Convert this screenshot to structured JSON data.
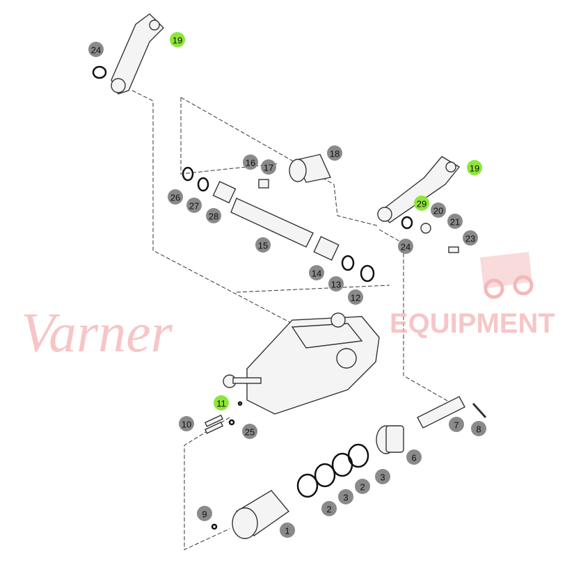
{
  "watermark": {
    "script_word": "Varner",
    "block_word": "EQUIPMENT"
  },
  "colors": {
    "callout_default": "#8a8a8a",
    "callout_highlight": "#8ee63a",
    "watermark": "#f4b8b8"
  },
  "callouts": [
    {
      "label": "19",
      "highlight": true
    },
    {
      "label": "24",
      "highlight": false
    },
    {
      "label": "18",
      "highlight": false
    },
    {
      "label": "16",
      "highlight": false
    },
    {
      "label": "17",
      "highlight": false
    },
    {
      "label": "19",
      "highlight": true
    },
    {
      "label": "26",
      "highlight": false
    },
    {
      "label": "27",
      "highlight": false
    },
    {
      "label": "28",
      "highlight": false
    },
    {
      "label": "29",
      "highlight": true
    },
    {
      "label": "20",
      "highlight": false
    },
    {
      "label": "21",
      "highlight": false
    },
    {
      "label": "15",
      "highlight": false
    },
    {
      "label": "23",
      "highlight": false
    },
    {
      "label": "24",
      "highlight": false
    },
    {
      "label": "14",
      "highlight": false
    },
    {
      "label": "13",
      "highlight": false
    },
    {
      "label": "12",
      "highlight": false
    },
    {
      "label": "11",
      "highlight": true
    },
    {
      "label": "10",
      "highlight": false
    },
    {
      "label": "25",
      "highlight": false
    },
    {
      "label": "7",
      "highlight": false
    },
    {
      "label": "8",
      "highlight": false
    },
    {
      "label": "6",
      "highlight": false
    },
    {
      "label": "3",
      "highlight": false
    },
    {
      "label": "2",
      "highlight": false
    },
    {
      "label": "3",
      "highlight": false
    },
    {
      "label": "2",
      "highlight": false
    },
    {
      "label": "9",
      "highlight": false
    },
    {
      "label": "1",
      "highlight": false
    }
  ]
}
